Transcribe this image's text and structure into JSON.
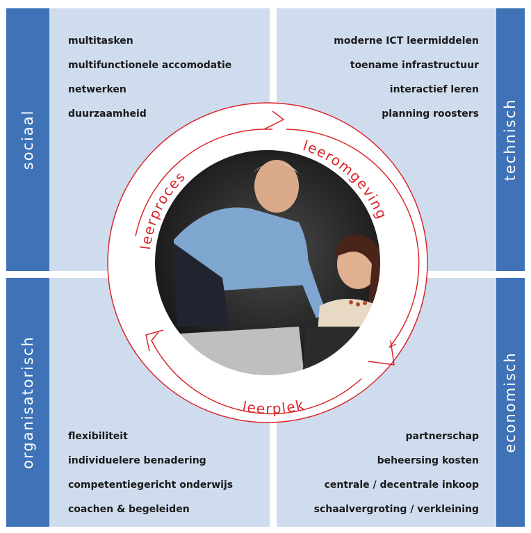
{
  "quadrants": {
    "top_left": {
      "title": "sociaal",
      "items": [
        "multitasken",
        "multifunctionele accomodatie",
        "netwerken",
        "duurzaamheid"
      ]
    },
    "top_right": {
      "title": "technisch",
      "items": [
        "moderne ICT leermiddelen",
        "toename infrastructuur",
        "interactief leren",
        "planning roosters"
      ]
    },
    "bottom_left": {
      "title": "organisatorisch",
      "items": [
        "flexibiliteit",
        "individuelere benadering",
        "competentiegericht onderwijs",
        "coachen & begeleiden"
      ]
    },
    "bottom_right": {
      "title": "economisch",
      "items": [
        "partnerschap",
        "beheersing kosten",
        "centrale / decentrale inkoop",
        "schaalvergroting / verkleining"
      ]
    }
  },
  "cycle": {
    "labels": {
      "top_left": "leerproces",
      "right": "leeromgeving",
      "bottom": "leerplek"
    },
    "photo_alt": "teacher-and-student-photo"
  },
  "colors": {
    "panel": "#cfdcee",
    "side_bar": "#3f72b6",
    "ring_accent": "#d9262c",
    "ring_fill": "#ffffff"
  }
}
